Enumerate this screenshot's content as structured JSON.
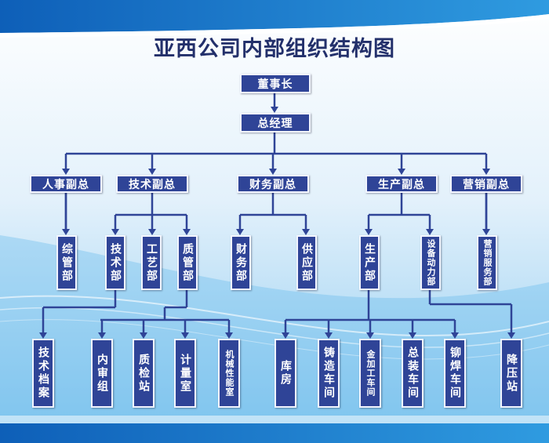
{
  "title": "亚西公司内部组织结构图",
  "colors": {
    "box": "#2f4497",
    "line": "#2f4497",
    "title": "#23306b"
  },
  "nodes": {
    "chairman": "董事长",
    "gm": "总经理",
    "vp_hr": "人事副总",
    "vp_tech": "技术副总",
    "vp_finance": "财务副总",
    "vp_prod": "生产副总",
    "vp_sales": "营销副总",
    "dept_general": "综管部",
    "dept_tech": "技术部",
    "dept_craft": "工艺部",
    "dept_quality": "质管部",
    "dept_finance": "财务部",
    "dept_supply": "供应部",
    "dept_prod": "生产部",
    "dept_equip": "设备动力部",
    "dept_sales": "营销服务部",
    "tech_archive": "技术档案",
    "audit_group": "内审组",
    "qc_station": "质检站",
    "metrology_room": "计量室",
    "mech_lab": "机械性能室",
    "warehouse": "库房",
    "casting_shop": "铸造车间",
    "machining_shop": "金加工车间",
    "assembly_shop": "总装车间",
    "riveting_shop": "铆焊车间",
    "depressure_station": "降压站"
  }
}
